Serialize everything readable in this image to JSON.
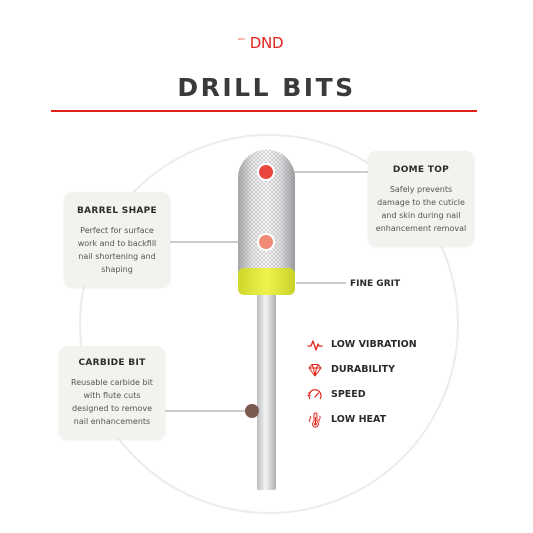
{
  "brand": {
    "logo_small": "DND",
    "logo_text": "DND",
    "color": "#e2231a"
  },
  "title": "DRILL BITS",
  "cards": {
    "dome_top": {
      "heading": "DOME TOP",
      "lines": [
        "Safely prevents",
        "damage to the cuticle",
        "and skin during nail",
        "enhancement removal"
      ]
    },
    "barrel_shape": {
      "heading": "BARREL SHAPE",
      "lines": [
        "Perfect for surface",
        "work and to backfill",
        "nail shortening and",
        "shaping"
      ]
    },
    "carbide_bit": {
      "heading": "CARBIDE BIT",
      "lines": [
        "Reusable carbide bit",
        "with flute cuts",
        "designed to remove",
        "nail enhancements"
      ]
    }
  },
  "fine_grit": "FINE GRIT",
  "features": [
    {
      "label": "LOW VIBRATION",
      "icon": "heartbeat-icon"
    },
    {
      "label": "DURABILITY",
      "icon": "diamond-icon"
    },
    {
      "label": "SPEED",
      "icon": "speed-icon"
    },
    {
      "label": "LOW HEAT",
      "icon": "thermometer-icon"
    }
  ],
  "colors": {
    "accent": "#e2231a",
    "marker_dome": "#e8463f",
    "marker_barrel": "#f08a77",
    "marker_shank": "#7a5a4e",
    "grit_band": "#e4ec3a",
    "card_bg": "#f4f2ef"
  }
}
